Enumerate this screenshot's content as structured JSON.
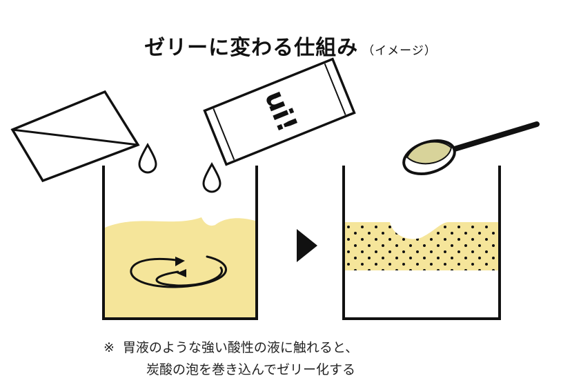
{
  "header": {
    "title": "ゼリーに変わる仕組み",
    "subtitle": "（イメージ）"
  },
  "packet": {
    "label": "ui!"
  },
  "colors": {
    "liquid": "#f5e59a",
    "stroke": "#111111",
    "spoon_gel": "#d8d39a"
  },
  "footnote": {
    "mark": "※",
    "line1": "胃液のような強い酸性の液に触れると、",
    "line2": "炭酸の泡を巻き込んでゼリー化する"
  }
}
